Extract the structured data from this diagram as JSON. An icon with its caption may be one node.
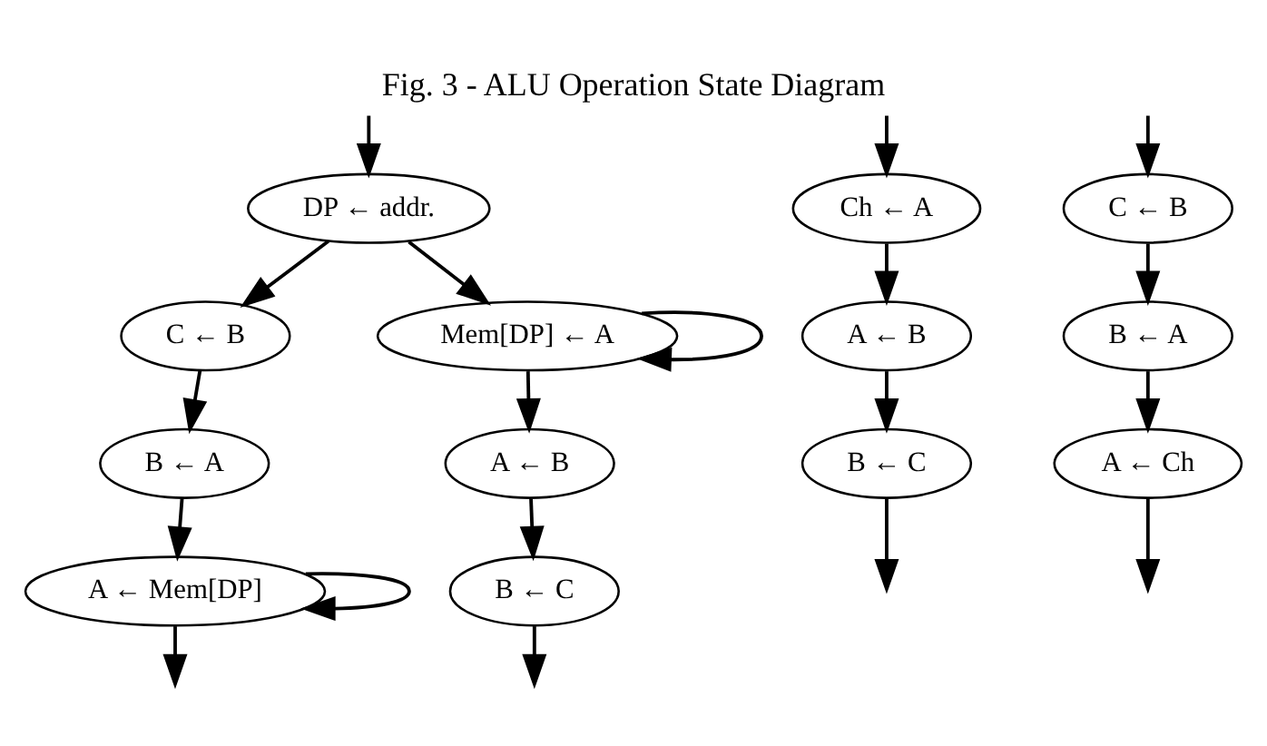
{
  "diagram": {
    "title": "Fig. 3 - ALU Operation State Diagram",
    "nodes": [
      {
        "text": [
          "DP ← addr."
        ]
      },
      {
        "text": [
          "C ← B"
        ]
      },
      {
        "text": [
          "Mem[DP] ← A"
        ]
      },
      {
        "text": [
          "B ← A"
        ]
      },
      {
        "text": [
          "A ← B"
        ]
      },
      {
        "text": [
          "A ← Mem[DP]"
        ]
      },
      {
        "text": [
          "B ← C"
        ]
      },
      {
        "text": [
          "Ch ← A"
        ]
      },
      {
        "text": [
          "C ← B"
        ]
      },
      {
        "text": [
          "A ← B"
        ]
      },
      {
        "text": [
          "B ← A"
        ]
      },
      {
        "text": [
          "B ← C"
        ]
      },
      {
        "text": [
          "A ← Ch"
        ]
      }
    ],
    "edges": [
      {
        "from": null,
        "to": 0,
        "arrow": "to"
      },
      {
        "from": 0,
        "to": 1,
        "arrow": "to"
      },
      {
        "from": 0,
        "to": 2,
        "arrow": "to"
      },
      {
        "from": 2,
        "to": 2,
        "arrow": "to"
      },
      {
        "from": 1,
        "to": 3,
        "arrow": "to"
      },
      {
        "from": 2,
        "to": 4,
        "arrow": "to"
      },
      {
        "from": 3,
        "to": 5,
        "arrow": "to"
      },
      {
        "from": 4,
        "to": 6,
        "arrow": "to"
      },
      {
        "from": 5,
        "to": 5,
        "arrow": "to"
      },
      {
        "from": 5,
        "to": null,
        "arrow": "to"
      },
      {
        "from": 6,
        "to": null,
        "arrow": "to"
      },
      {
        "from": null,
        "to": 7,
        "arrow": "to"
      },
      {
        "from": null,
        "to": 8,
        "arrow": "to"
      },
      {
        "from": 7,
        "to": 9,
        "arrow": "to"
      },
      {
        "from": 8,
        "to": 10,
        "arrow": "to"
      },
      {
        "from": 9,
        "to": 11,
        "arrow": "to"
      },
      {
        "from": 10,
        "to": 12,
        "arrow": "to"
      },
      {
        "from": 11,
        "to": null,
        "arrow": "to"
      },
      {
        "from": 12,
        "to": null,
        "arrow": "to"
      }
    ]
  }
}
